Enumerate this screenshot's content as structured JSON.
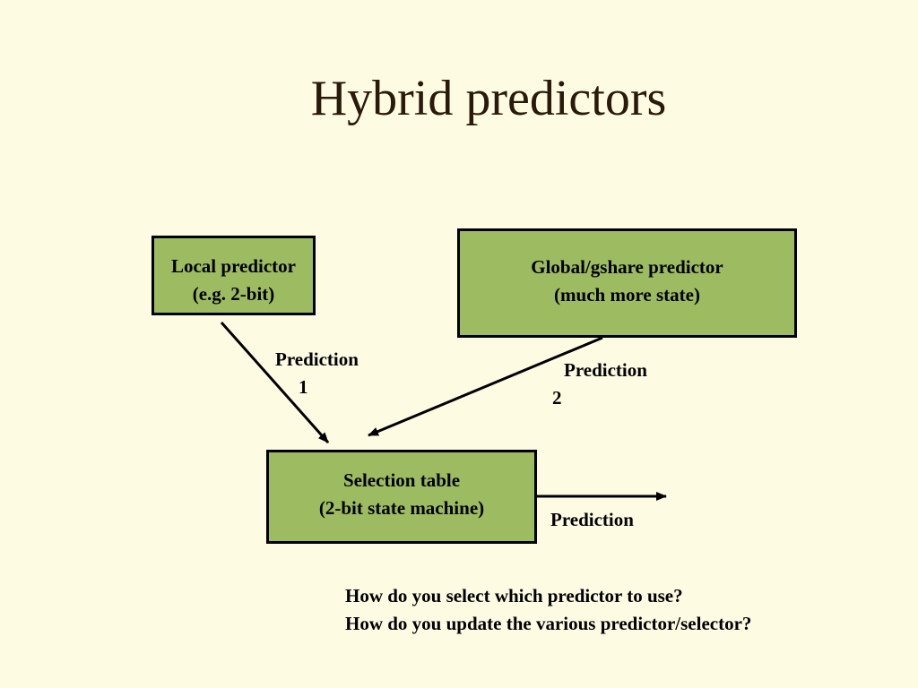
{
  "slide": {
    "title": "Hybrid predictors"
  },
  "boxes": {
    "local": {
      "line1": "Local predictor",
      "line2": "(e.g. 2-bit)"
    },
    "global": {
      "line1": "Global/gshare predictor",
      "line2": "(much more state)"
    },
    "selection": {
      "line1": "Selection table",
      "line2": "(2-bit state machine)"
    }
  },
  "labels": {
    "prediction1_word": "Prediction",
    "prediction1_num": "1",
    "prediction2_word": "Prediction",
    "prediction2_num": "2",
    "output": "Prediction"
  },
  "questions": {
    "q1": "How do you select which predictor to use?",
    "q2": "How do you update the various predictor/selector?"
  },
  "colors": {
    "background": "#fefbe3",
    "box_fill": "#9dbb61",
    "title": "#2a1a0a"
  }
}
